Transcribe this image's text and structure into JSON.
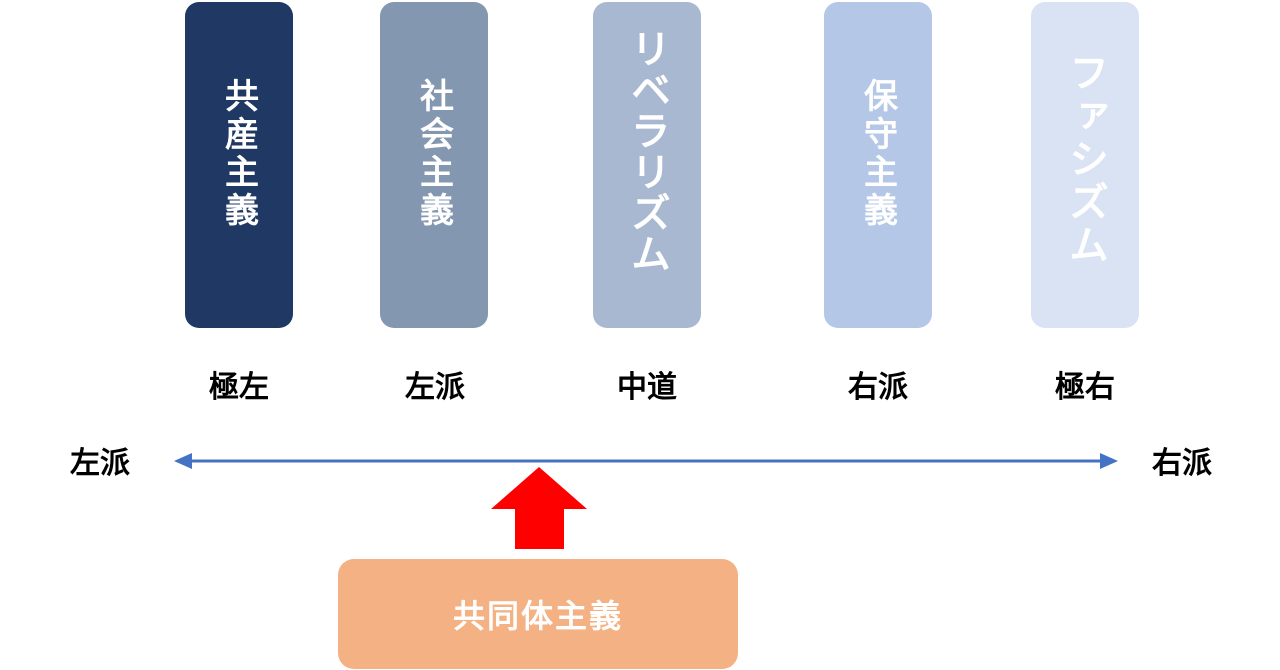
{
  "ideologies": [
    {
      "label": "共産主義",
      "color": "#203864"
    },
    {
      "label": "社会主義",
      "color": "#8497b0"
    },
    {
      "label": "リベラリズム",
      "color": "#a9b8d1"
    },
    {
      "label": "保守主義",
      "color": "#b4c7e7"
    },
    {
      "label": "ファシズム",
      "color": "#dae3f3"
    }
  ],
  "positions": [
    "極左",
    "左派",
    "中道",
    "右派",
    "極右"
  ],
  "axis": {
    "left_label": "左派",
    "right_label": "右派",
    "line_color": "#4472c4"
  },
  "pointer": {
    "color": "#ff0000"
  },
  "highlight": {
    "label": "共同体主義",
    "color": "#f4b183"
  }
}
